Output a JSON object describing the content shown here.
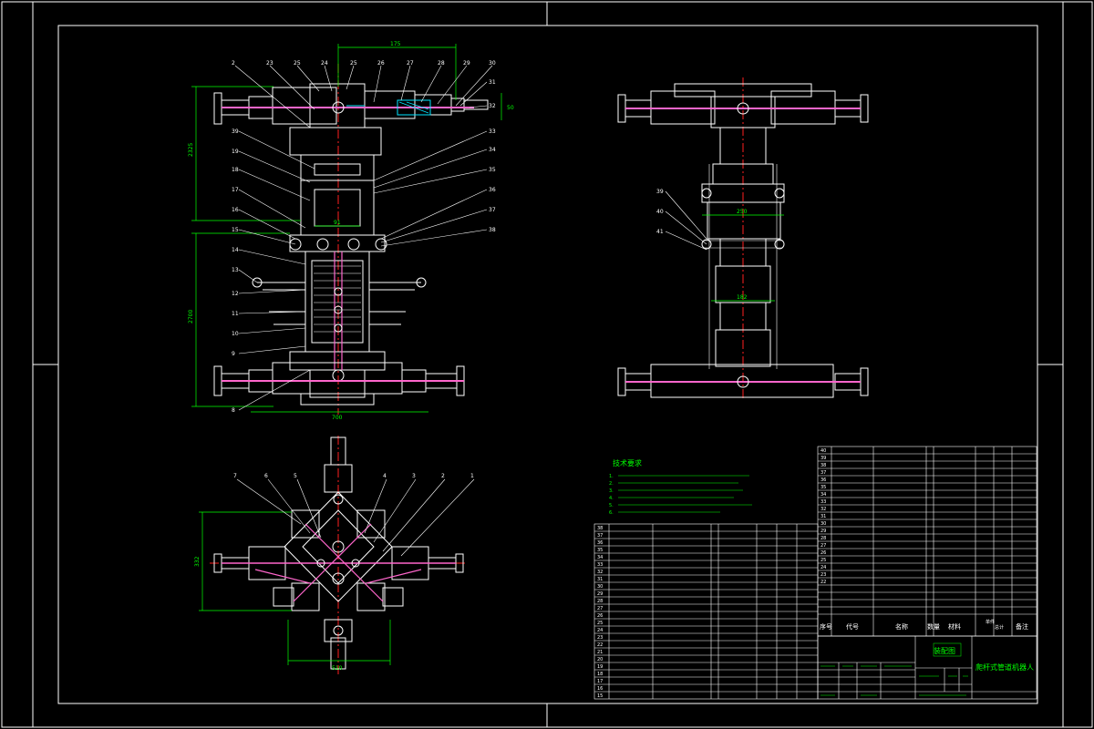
{
  "colors": {
    "background": "#000000",
    "frame": "#ffffff",
    "part": "#ffffff",
    "centerline": "#ff2020",
    "dimension": "#00ff00",
    "shaft": "#ff66cc",
    "highlight": "#00e5ff"
  },
  "front_view": {
    "balloons_top": [
      "2",
      "23",
      "25",
      "24",
      "25",
      "26",
      "27",
      "28",
      "29",
      "30"
    ],
    "balloons_left": [
      "39",
      "19",
      "18",
      "17",
      "16",
      "15",
      "14",
      "13",
      "12",
      "11",
      "10",
      "9",
      "8"
    ],
    "balloons_right": [
      "31",
      "32",
      "33",
      "34",
      "35",
      "36",
      "37",
      "38"
    ],
    "dims": {
      "top_width": "175",
      "height_upper": "2325",
      "height_lower": "2700",
      "bottom_width": "700",
      "mid_width": "91",
      "side": "50"
    }
  },
  "side_view": {
    "balloons_left": [
      "39",
      "40",
      "41"
    ],
    "dims": {
      "upper": "250",
      "lower": "182"
    }
  },
  "top_view": {
    "balloons": [
      "7",
      "6",
      "5",
      "4",
      "3",
      "2",
      "1"
    ],
    "dims": {
      "left": "332",
      "bottom": "510"
    }
  },
  "tech_requirements": {
    "title": "技术要求",
    "lines": [
      "1.",
      "2.",
      "3.",
      "4.",
      "5.",
      "6."
    ]
  },
  "parts_list_left": {
    "numbers": [
      "38",
      "37",
      "36",
      "35",
      "34",
      "33",
      "32",
      "31",
      "30",
      "29",
      "28",
      "27",
      "26",
      "25",
      "24",
      "23",
      "22",
      "21",
      "20",
      "19",
      "18",
      "17",
      "16",
      "15"
    ]
  },
  "parts_list_right": {
    "numbers": [
      "40",
      "39",
      "38",
      "37",
      "36",
      "35",
      "34",
      "33",
      "32",
      "31",
      "30",
      "29",
      "28",
      "27",
      "26",
      "25",
      "24",
      "23",
      "22"
    ],
    "header": [
      "序号",
      "代号",
      "名称",
      "数量",
      "材料",
      "单件",
      "总计",
      "备注"
    ]
  },
  "title_block": {
    "drawing_name": "装配图",
    "product_name": "爬杆式管道机器人"
  }
}
